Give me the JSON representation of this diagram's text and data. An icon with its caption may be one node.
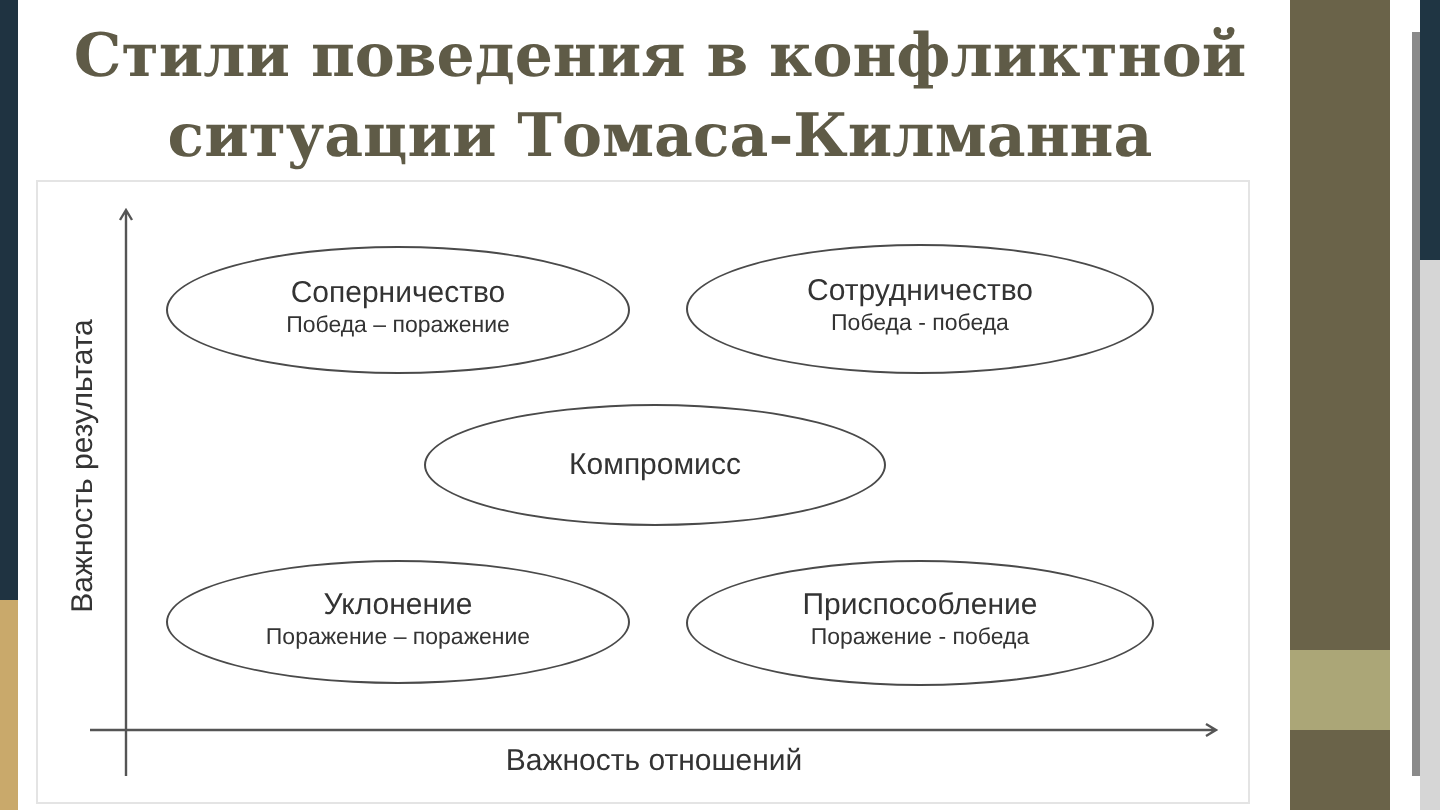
{
  "diagram": {
    "title": "Стили поведения в конфликтной ситуации Томаса-Килманна",
    "nodes": [
      {
        "text": [
          "Соперничество",
          "Победа – поражение"
        ]
      },
      {
        "text": [
          "Сотрудничество",
          "Победа - победа"
        ]
      },
      {
        "text": [
          "Компромисс"
        ]
      },
      {
        "text": [
          "Уклонение",
          "Поражение – поражение"
        ]
      },
      {
        "text": [
          "Приспособление",
          "Поражение - победа"
        ]
      }
    ],
    "labels": [
      "Важность результата",
      "Важность отношений"
    ]
  }
}
